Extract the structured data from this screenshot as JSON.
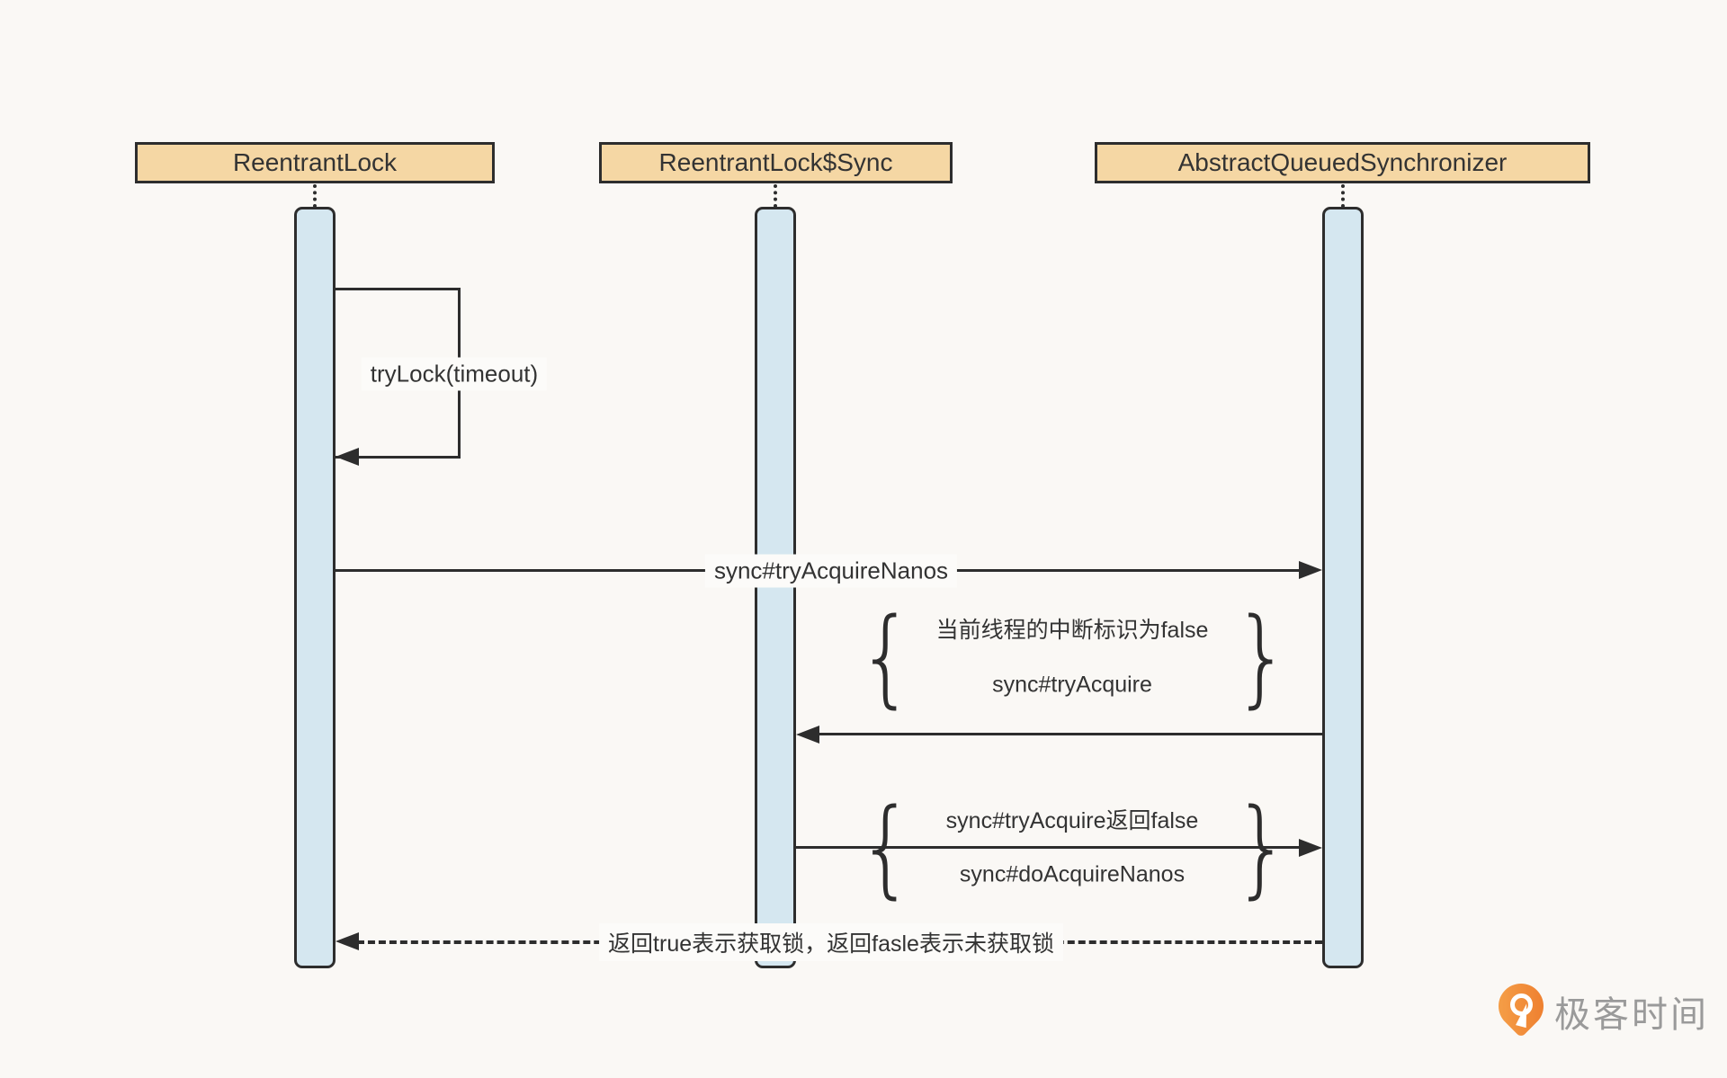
{
  "colors": {
    "bg": "#FAF8F5",
    "line": "#2D2D2D",
    "text": "#333333",
    "header_fill": "#F5D7A4",
    "bar_fill": "#D5E7F0",
    "label_bg": "#FCFBF9",
    "logo_orange": "#ED7A2B",
    "logo_text": "#9A9A9A"
  },
  "diagram": {
    "type": "sequence-diagram",
    "participants": [
      {
        "name": "ReentrantLock"
      },
      {
        "name": "ReentrantLock$Sync"
      },
      {
        "name": "AbstractQueuedSynchronizer"
      }
    ],
    "messages": {
      "self_call": "tryLock(timeout)",
      "call_try_acquire_nanos": "sync#tryAcquireNanos",
      "return_label": "返回true表示获取锁，返回fasle表示未获取锁"
    },
    "notes": [
      {
        "lines": [
          "当前线程的中断标识为false",
          "sync#tryAcquire"
        ]
      },
      {
        "lines": [
          "sync#tryAcquire返回false",
          "sync#doAcquireNanos"
        ]
      }
    ],
    "glyphs": {
      "brace_left": "{",
      "brace_right": "}"
    }
  },
  "watermark": {
    "brand": "极客时间"
  }
}
